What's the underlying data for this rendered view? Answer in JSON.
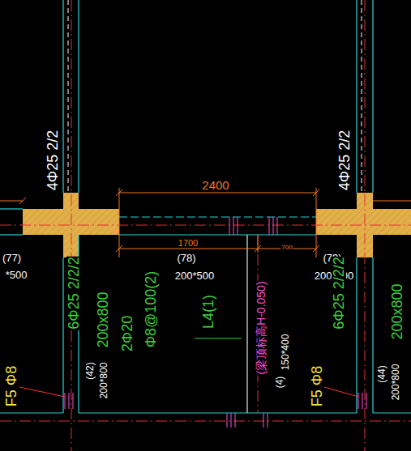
{
  "diagram": {
    "labels": [
      "4Φ25 2/2",
      "4Φ25 2/2",
      "2400",
      "1700",
      "700",
      "(77)",
      "*500",
      "(78)",
      "200*500",
      "(79)",
      "200*500",
      "6Φ25 2/2/2",
      "200x800",
      "(42)",
      "200*800",
      "2Φ20",
      "Φ8@100(2)",
      "L4(1)",
      "(梁顶标高H-0.050)",
      "(4)",
      "150*400",
      "F5 Φ8",
      "6Φ25 2/2/2",
      "F5 Φ8",
      "(44)",
      "200*800",
      "200x800"
    ]
  }
}
